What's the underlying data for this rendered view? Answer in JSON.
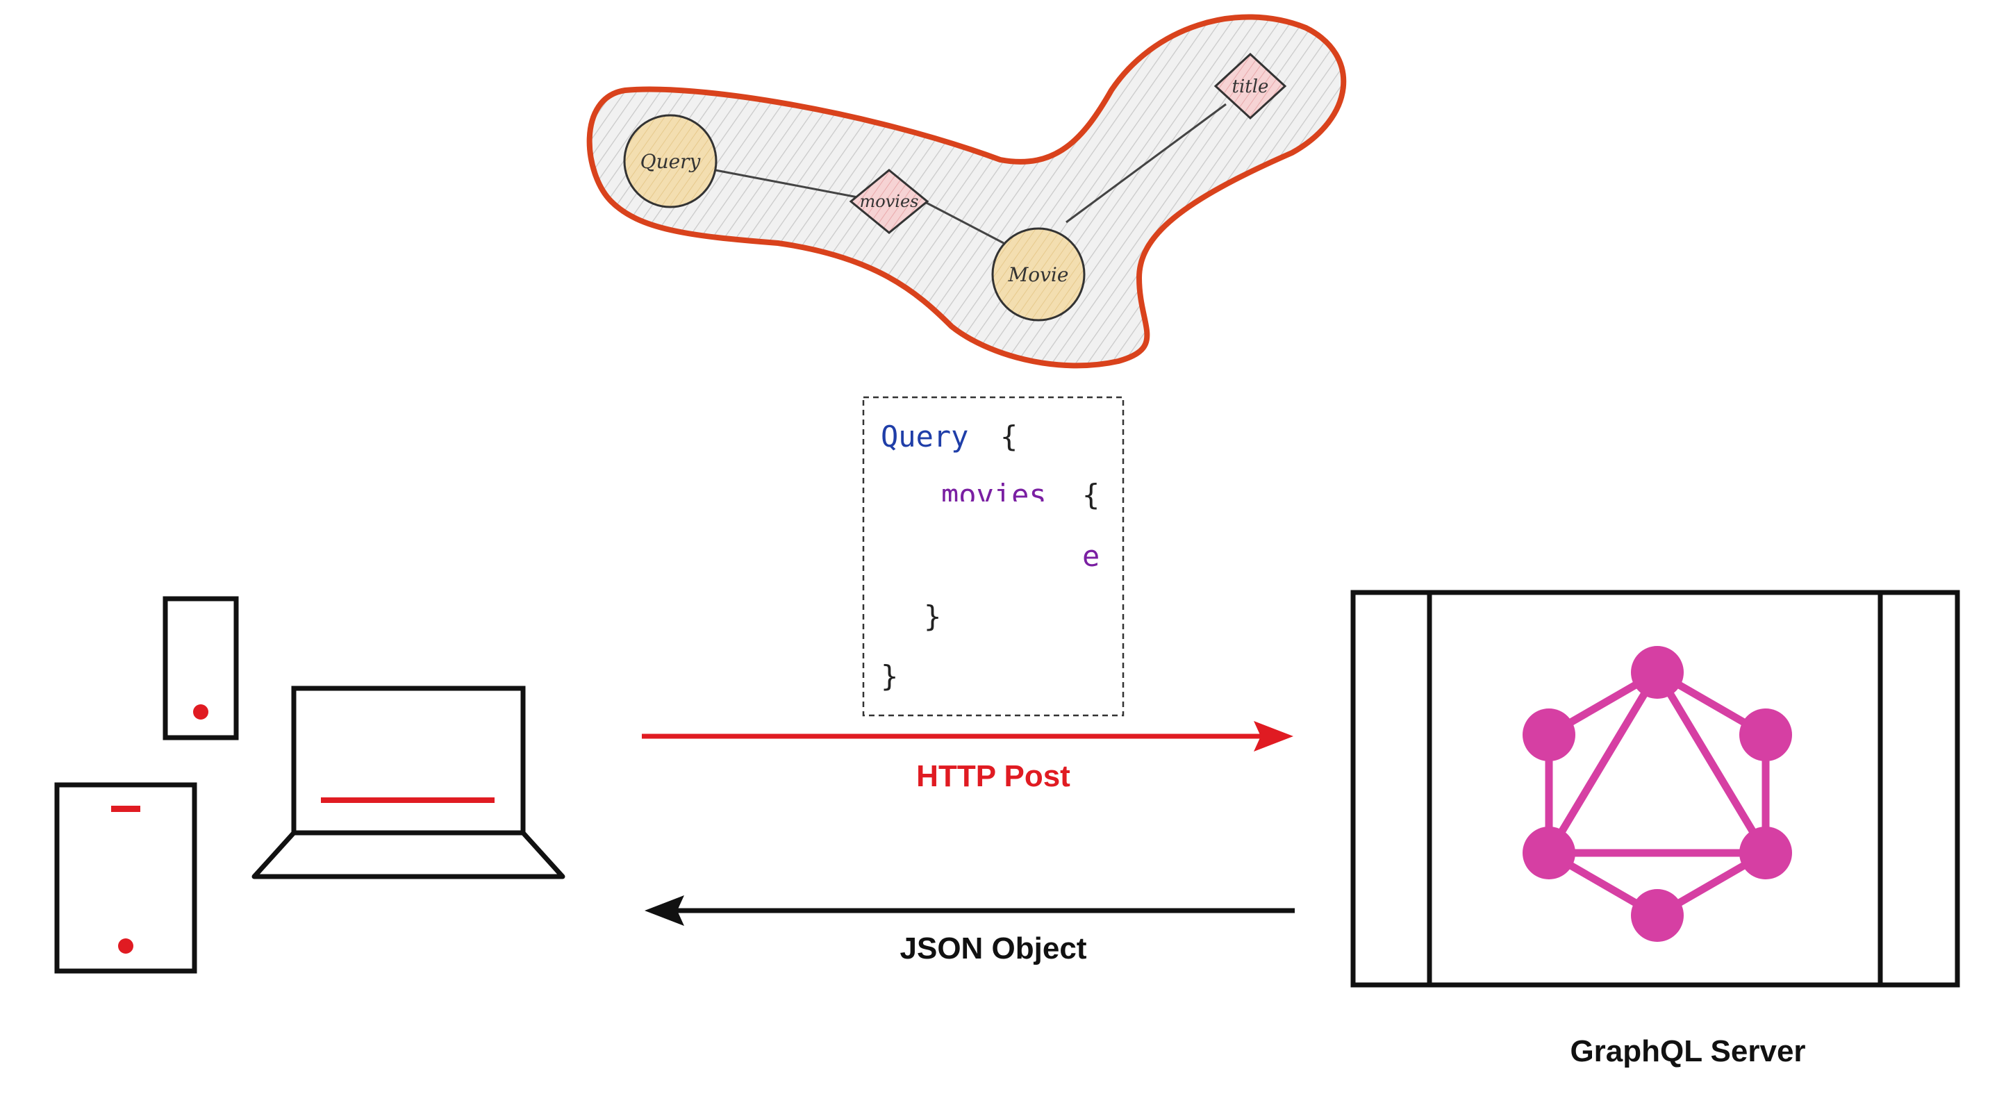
{
  "graph_sketch": {
    "nodes": {
      "query": "Query",
      "movie": "Movie"
    },
    "fields": {
      "movies": "movies",
      "title": "title"
    }
  },
  "code_block": {
    "line1_keyword": "Query",
    "line1_brace": "{",
    "line2_field": "movies",
    "line2_brace": "{",
    "line3_field": "e",
    "line4_brace": "}",
    "line5_brace": "}"
  },
  "arrows": {
    "request_label": "HTTP Post",
    "response_label": "JSON Object"
  },
  "server": {
    "label": "GraphQL Server"
  },
  "colors": {
    "accent_red": "#e01b22",
    "outline_orange": "#d9421c",
    "node_fill": "#f3deb0",
    "field_fill": "#f4c7c8",
    "graphql_pink": "#d63fa3",
    "code_blue": "#1f3ea8",
    "code_purple": "#7a1fa2",
    "ink": "#111111"
  }
}
